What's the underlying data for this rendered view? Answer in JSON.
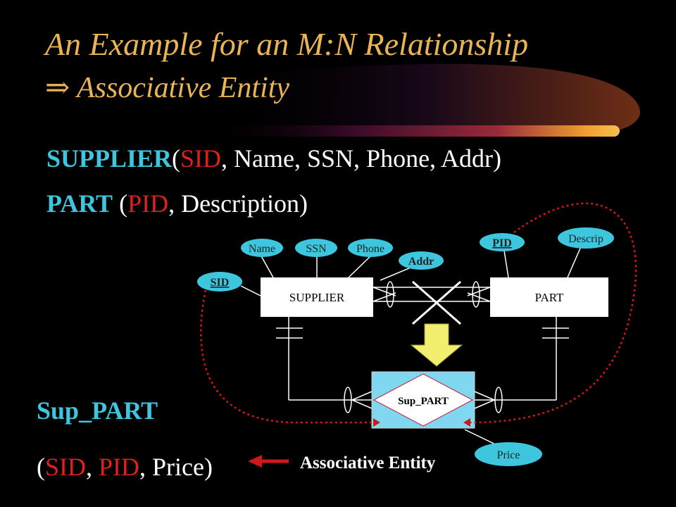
{
  "slide": {
    "title_line1": "An Example for an M:N Relationship",
    "title_arrow": "⇒",
    "title_line2": "Associative Entity"
  },
  "relations": {
    "supplier": {
      "name": "SUPPLIER",
      "open": "(",
      "key": "SID",
      "rest": ", Name, SSN, Phone, Addr)"
    },
    "part": {
      "name": "PART",
      "open": " (",
      "key": "PID",
      "rest": ", Description)"
    },
    "sup_part": {
      "name": "Sup_PART",
      "open": "(",
      "key1": "SID",
      "sep": ", ",
      "key2": "PID",
      "rest": ", Price)"
    }
  },
  "diagram": {
    "entities": {
      "supplier": "SUPPLIER",
      "part": "PART",
      "sup_part": "Sup_PART"
    },
    "attributes": {
      "name": "Name",
      "ssn": "SSN",
      "phone": "Phone",
      "addr": "Addr",
      "sid": "SID",
      "pid": "PID",
      "descrip": "Descrip",
      "price": "Price"
    },
    "associative_label": "Associative Entity"
  },
  "colors": {
    "background": "#000000",
    "title": "#E8B455",
    "relation_name": "#3EC6DF",
    "key": "#E0201C",
    "attribute_fill": "#3EC6DF",
    "entity_fill": "#FFFFFF",
    "assoc_entity_fill": "#7FD8F0",
    "arrow_fill": "#F2EE70",
    "dotted_line": "#D01818"
  }
}
